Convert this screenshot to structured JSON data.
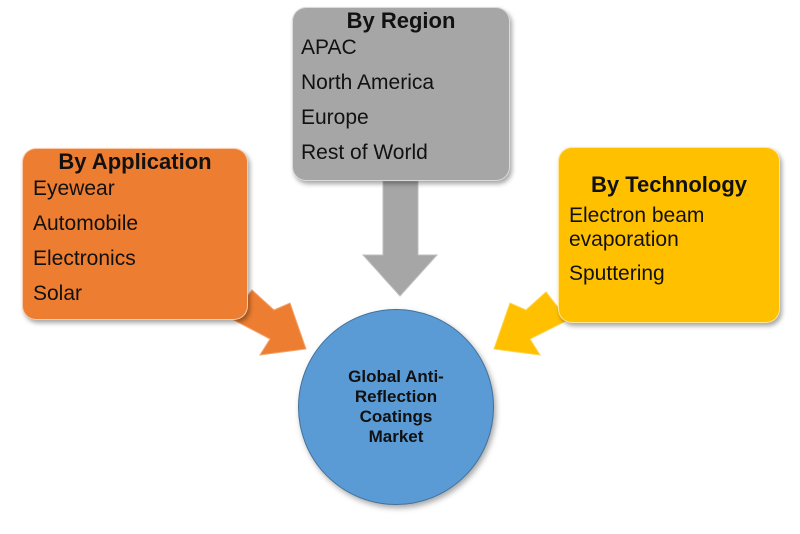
{
  "region": {
    "title": "By Region",
    "items": [
      "APAC",
      "North America",
      "Europe",
      "Rest of World"
    ],
    "color": "#a6a6a6"
  },
  "application": {
    "title": "By Application",
    "items": [
      "Eyewear",
      "Automobile",
      "Electronics",
      "Solar"
    ],
    "color": "#ed7d31"
  },
  "technology": {
    "title": "By Technology",
    "items": [
      "Electron beam evaporation",
      "Sputtering"
    ],
    "color": "#ffc000"
  },
  "center": {
    "label": "Global Anti-Reflection Coatings Market",
    "color": "#5b9bd5"
  }
}
